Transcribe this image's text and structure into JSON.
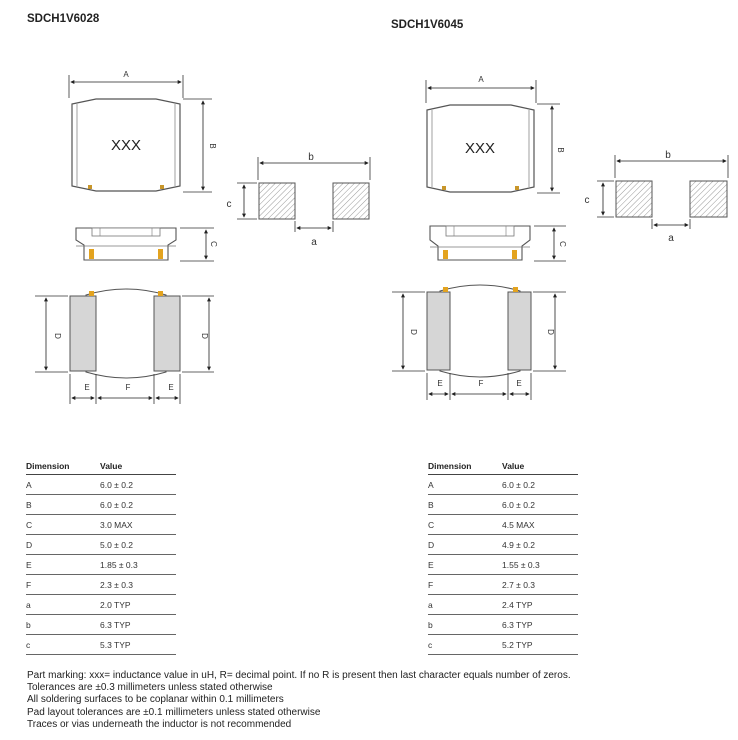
{
  "parts": [
    {
      "title": "SDCH1V6028",
      "marking": "XXX",
      "dimension_header": "Dimension",
      "value_header": "Value",
      "rows": [
        {
          "dim": "A",
          "value": "6.0 ± 0.2"
        },
        {
          "dim": "B",
          "value": "6.0 ± 0.2"
        },
        {
          "dim": "C",
          "value": "3.0 MAX"
        },
        {
          "dim": "D",
          "value": "5.0 ± 0.2"
        },
        {
          "dim": "E",
          "value": "1.85 ± 0.3"
        },
        {
          "dim": "F",
          "value": "2.3 ± 0.3"
        },
        {
          "dim": "a",
          "value": "2.0 TYP"
        },
        {
          "dim": "b",
          "value": "6.3 TYP"
        },
        {
          "dim": "c",
          "value": "5.3 TYP"
        }
      ]
    },
    {
      "title": "SDCH1V6045",
      "marking": "XXX",
      "dimension_header": "Dimension",
      "value_header": "Value",
      "rows": [
        {
          "dim": "A",
          "value": "6.0 ± 0.2"
        },
        {
          "dim": "B",
          "value": "6.0 ± 0.2"
        },
        {
          "dim": "C",
          "value": "4.5 MAX"
        },
        {
          "dim": "D",
          "value": "4.9 ± 0.2"
        },
        {
          "dim": "E",
          "value": "1.55 ± 0.3"
        },
        {
          "dim": "F",
          "value": "2.7 ± 0.3"
        },
        {
          "dim": "a",
          "value": "2.4 TYP"
        },
        {
          "dim": "b",
          "value": "6.3 TYP"
        },
        {
          "dim": "c",
          "value": "5.2 TYP"
        }
      ]
    }
  ],
  "drawing_labels": {
    "A": "A",
    "B": "B",
    "C": "C",
    "D": "D",
    "E": "E",
    "F": "F",
    "a": "a",
    "b": "b",
    "c": "c"
  },
  "notes": [
    "Part marking: xxx= inductance value in uH, R= decimal point. If no R is present then last character equals number of zeros.",
    "Tolerances are ±0.3 millimeters unless stated otherwise",
    "All soldering surfaces to be coplanar within 0.1 millimeters",
    "Pad layout tolerances are ±0.1 millimeters unless stated otherwise",
    "Traces or vias underneath the inductor is not recommended"
  ]
}
